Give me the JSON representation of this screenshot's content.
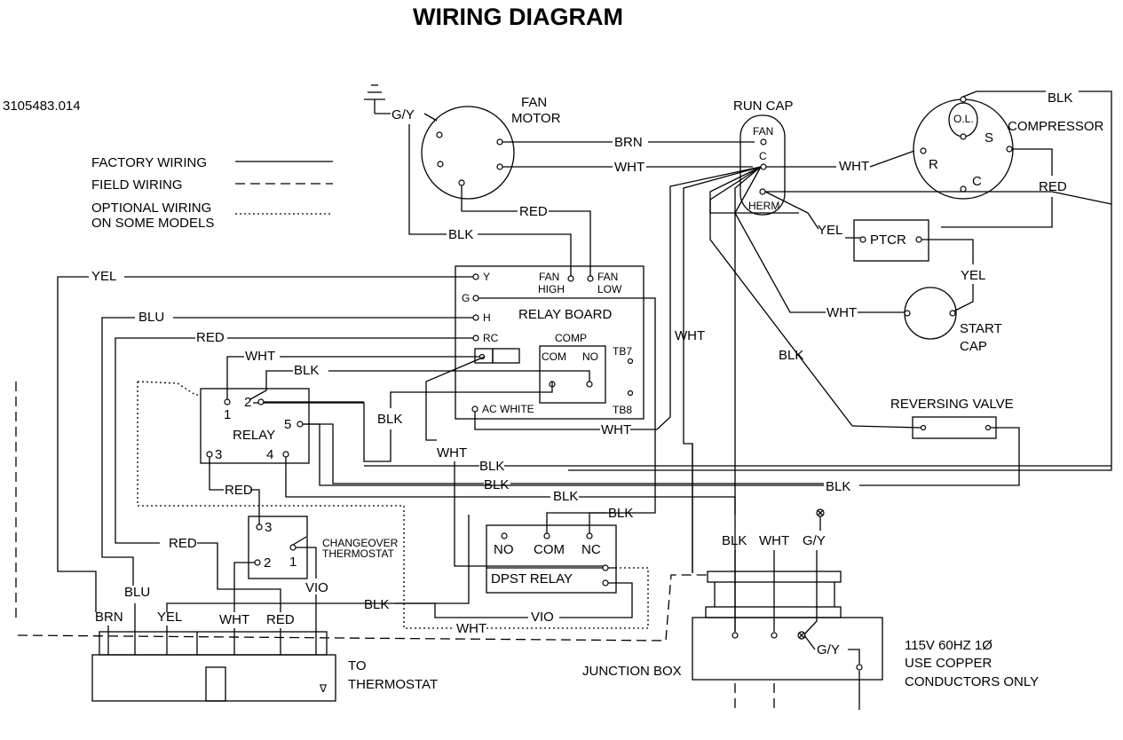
{
  "title": "WIRING DIAGRAM",
  "part_number": "3105483.014",
  "legend": {
    "factory": "FACTORY WIRING",
    "field": "FIELD WIRING",
    "optional_1": "OPTIONAL WIRING",
    "optional_2": "ON SOME MODELS"
  },
  "components": {
    "fan_motor_1": "FAN",
    "fan_motor_2": "MOTOR",
    "run_cap": "RUN CAP",
    "run_cap_fan": "FAN",
    "run_cap_c": "C",
    "run_cap_herm": "HERM",
    "compressor": "COMPRESSOR",
    "comp_ol": "O.L.",
    "comp_s": "S",
    "comp_r": "R",
    "comp_c": "C",
    "ptcr": "PTCR",
    "start_cap_1": "START",
    "start_cap_2": "CAP",
    "relay_board": "RELAY BOARD",
    "rb_y": "Y",
    "rb_g": "G",
    "rb_h": "H",
    "rb_rc": "RC",
    "rb_fan_high_1": "FAN",
    "rb_fan_high_2": "HIGH",
    "rb_fan_low_1": "FAN",
    "rb_fan_low_2": "LOW",
    "rb_comp": "COMP",
    "rb_com": "COM",
    "rb_no": "NO",
    "rb_tb7": "TB7",
    "rb_tb8": "TB8",
    "rb_ac_white": "AC WHITE",
    "relay": "RELAY",
    "relay_1": "1",
    "relay_2": "2",
    "relay_3": "3",
    "relay_4": "4",
    "relay_5": "5",
    "reversing_valve": "REVERSING VALVE",
    "changeover_1": "CHANGEOVER",
    "changeover_2": "THERMOSTAT",
    "co_1": "1",
    "co_2": "2",
    "co_3": "3",
    "dpst_relay": "DPST RELAY",
    "dpst_no": "NO",
    "dpst_com": "COM",
    "dpst_nc": "NC",
    "junction_box": "JUNCTION BOX",
    "to_thermostat_1": "TO",
    "to_thermostat_2": "THERMOSTAT",
    "power_1": "115V 60HZ 1Ø",
    "power_2": "USE COPPER",
    "power_3": "CONDUCTORS ONLY"
  },
  "wire_labels": {
    "gy_ground": "G/Y",
    "brn": "BRN",
    "wht_fan": "WHT",
    "red_fan": "RED",
    "blk_fan": "BLK",
    "wht_c": "WHT",
    "blk_comp": "BLK",
    "red_comp": "RED",
    "yel_ptcr": "YEL",
    "yel_start": "YEL",
    "wht_start": "WHT",
    "wht_long": "WHT",
    "blk_rv": "BLK",
    "yel_y": "YEL",
    "blu_h": "BLU",
    "red_rc": "RED",
    "wht_relay1": "WHT",
    "blk_relay2": "BLK",
    "blk_mid": "BLK",
    "wht_acw": "WHT",
    "wht_mid": "WHT",
    "blk_r1": "BLK",
    "blk_r2": "BLK",
    "blk_r3": "BLK",
    "blk_rv2": "BLK",
    "red_co3": "RED",
    "red_co2": "RED",
    "blk_nc": "BLK",
    "blk_jb": "BLK",
    "wht_jb": "WHT",
    "gy_jb": "G/Y",
    "blk_th": "BLK",
    "vio_1": "VIO",
    "vio_2": "VIO",
    "wht_dpst": "WHT",
    "brn_th": "BRN",
    "blu_th": "BLU",
    "yel_th": "YEL",
    "wht_th": "WHT",
    "red_th": "RED",
    "gy_jb2": "G/Y"
  }
}
